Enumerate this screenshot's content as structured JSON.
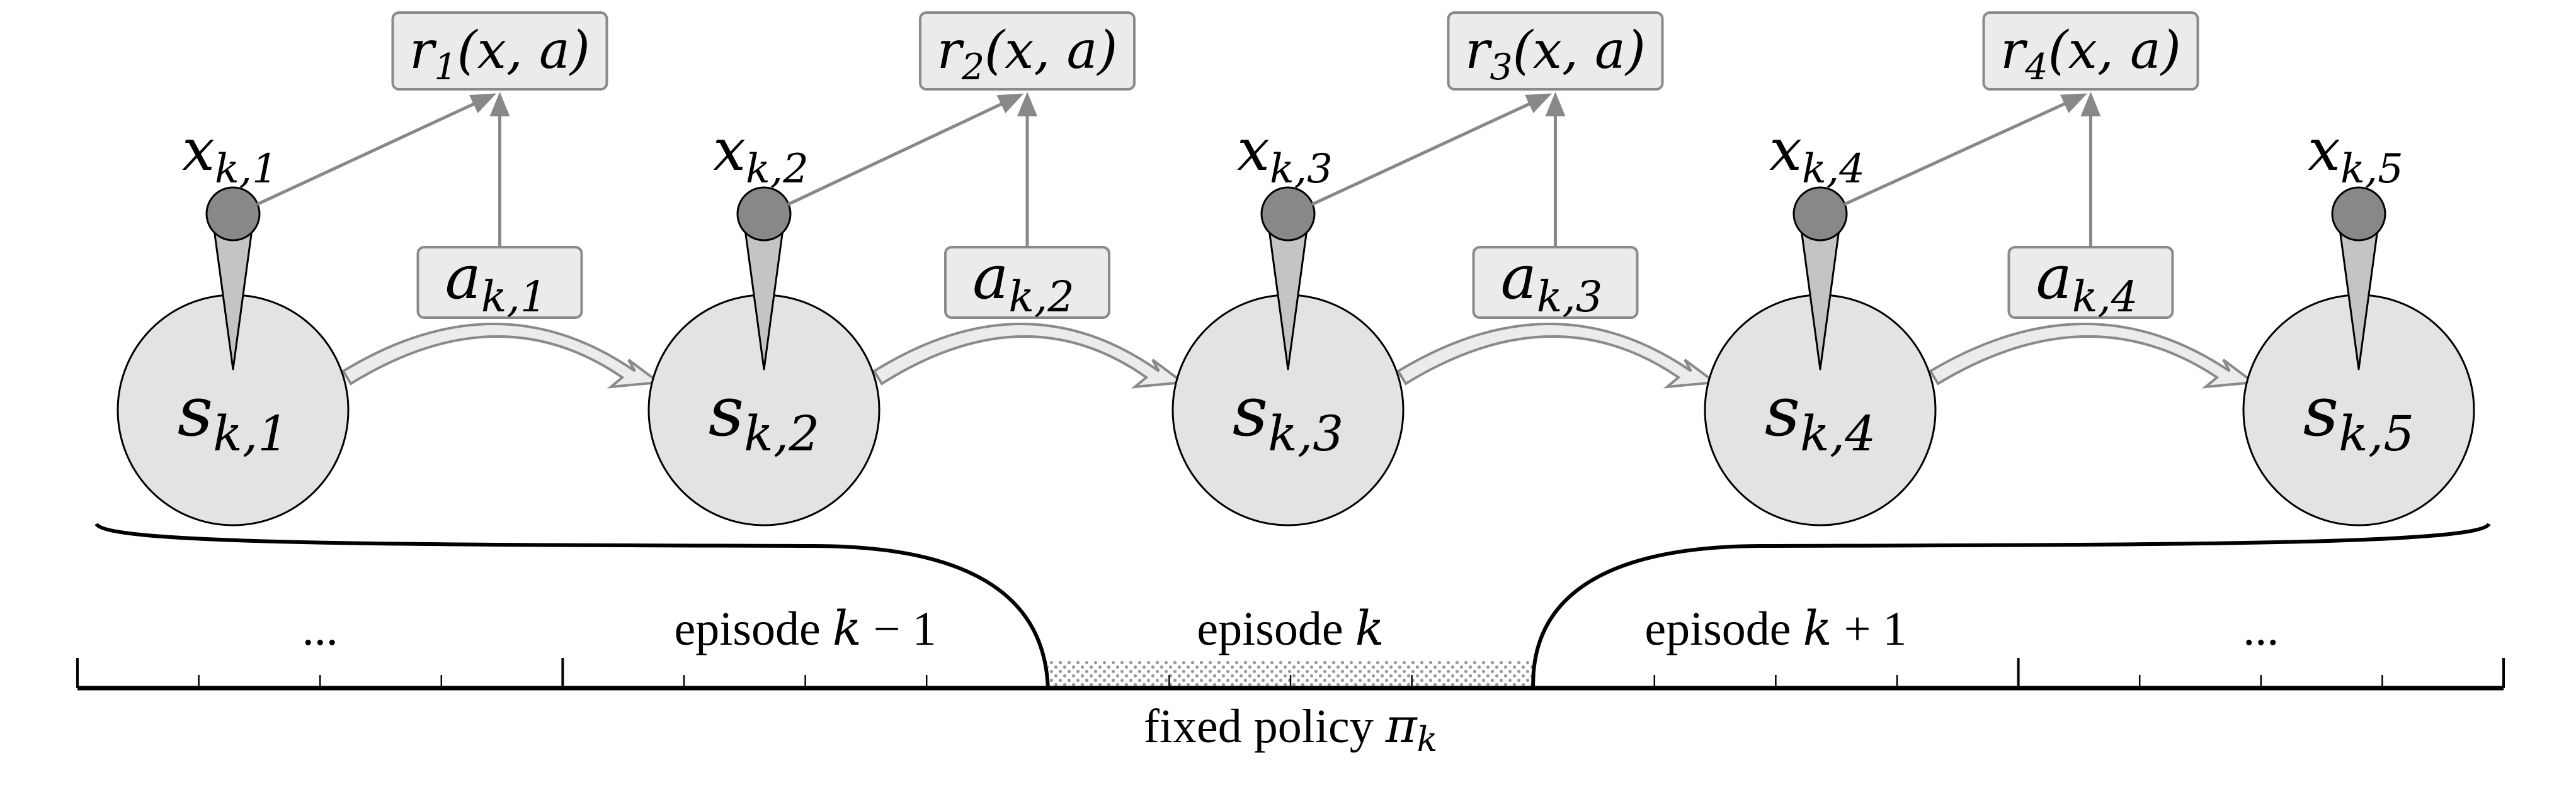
{
  "figure": {
    "description": "Episodic contextual MDP rollout under a fixed policy",
    "colors": {
      "state_fill": "#e3e3e3",
      "context_fill": "#888888",
      "tail_fill": "#c4c4c4",
      "box_fill": "#ebebeb",
      "box_stroke": "#8a8a8a",
      "edge": "#888888",
      "shade": "#9a9a9a"
    }
  },
  "steps": [
    {
      "state": {
        "base": "s",
        "sub": "k,1"
      },
      "context": {
        "base": "x",
        "sub": "k,1"
      },
      "action": {
        "base": "a",
        "sub": "k,1"
      },
      "reward": {
        "base": "r",
        "sub": "1",
        "args": "(x, a)"
      }
    },
    {
      "state": {
        "base": "s",
        "sub": "k,2"
      },
      "context": {
        "base": "x",
        "sub": "k,2"
      },
      "action": {
        "base": "a",
        "sub": "k,2"
      },
      "reward": {
        "base": "r",
        "sub": "2",
        "args": "(x, a)"
      }
    },
    {
      "state": {
        "base": "s",
        "sub": "k,3"
      },
      "context": {
        "base": "x",
        "sub": "k,3"
      },
      "action": {
        "base": "a",
        "sub": "k,3"
      },
      "reward": {
        "base": "r",
        "sub": "3",
        "args": "(x, a)"
      }
    },
    {
      "state": {
        "base": "s",
        "sub": "k,4"
      },
      "context": {
        "base": "x",
        "sub": "k,4"
      },
      "action": {
        "base": "a",
        "sub": "k,4"
      },
      "reward": {
        "base": "r",
        "sub": "4",
        "args": "(x, a)"
      }
    },
    {
      "state": {
        "base": "s",
        "sub": "k,5"
      },
      "context": {
        "base": "x",
        "sub": "k,5"
      }
    }
  ],
  "timeline": {
    "segments": [
      {
        "label": "...",
        "math": ""
      },
      {
        "label": "episode ",
        "math": "k",
        "suffix": " − 1"
      },
      {
        "label": "episode ",
        "math": "k",
        "suffix": "",
        "highlighted": true
      },
      {
        "label": "episode ",
        "math": "k",
        "suffix": " + 1"
      },
      {
        "label": "...",
        "math": ""
      }
    ],
    "ticks_per_segment": 4,
    "caption": {
      "text": "fixed policy ",
      "math": "π",
      "sub": "k"
    }
  }
}
